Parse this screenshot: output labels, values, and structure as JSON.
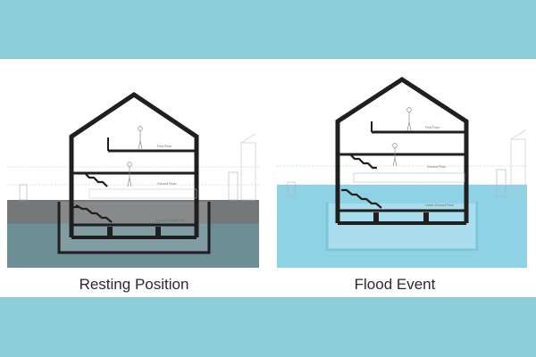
{
  "colors": {
    "band": "#8ecdda",
    "ground": "#767779",
    "water_resting": "#6e8e96",
    "flood_water": "#8fd2e6",
    "flood_water_deep": "#a9dcec",
    "structure": "#1f1f1f"
  },
  "panels": [
    {
      "caption": "Resting Position",
      "state": "resting",
      "levels": [
        "First Floor",
        "Ground Floor",
        "Lower Ground Floor"
      ]
    },
    {
      "caption": "Flood Event",
      "state": "flood",
      "levels": [
        "First Floor",
        "Ground Floor",
        "Lower Ground Floor"
      ]
    }
  ]
}
